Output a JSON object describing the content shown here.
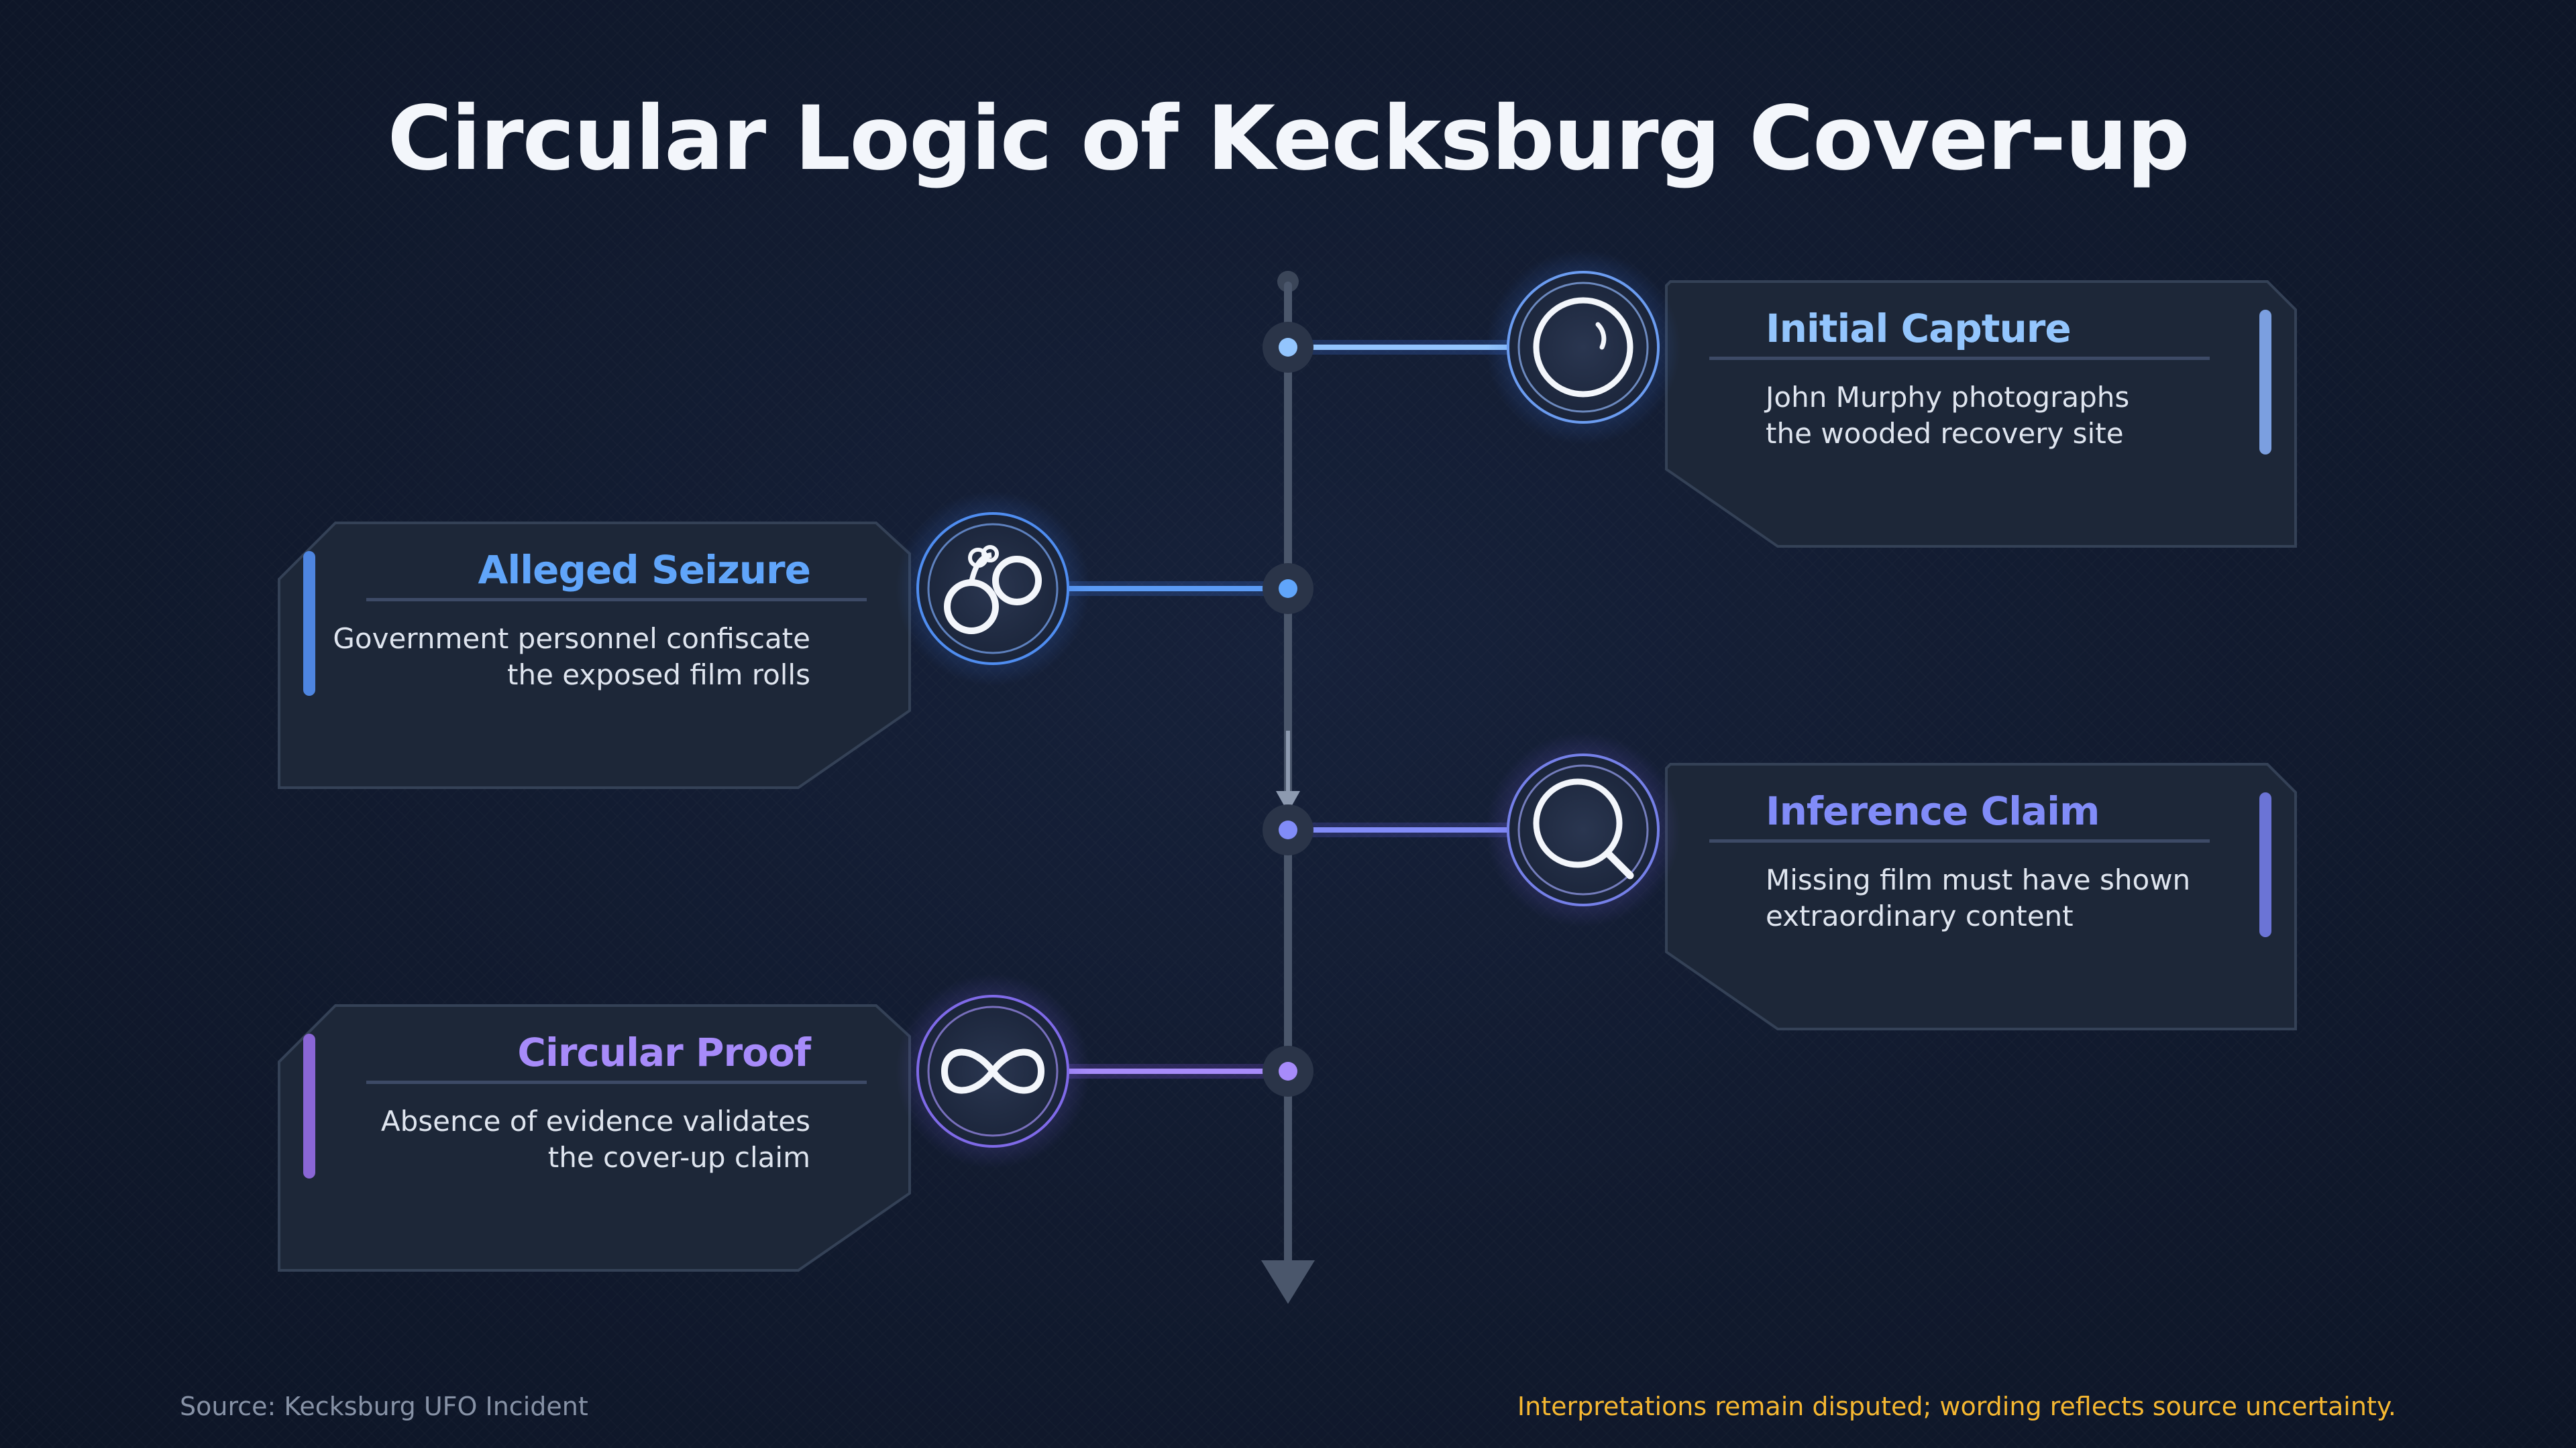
{
  "title": "Circular Logic of Kecksburg Cover-up",
  "steps": [
    {
      "title": "Initial Capture",
      "description": "John Murphy photographs\nthe wooded recovery site",
      "icon": "camera-lens-icon",
      "color": "#93c5fd"
    },
    {
      "title": "Alleged Seizure",
      "description": "Government personnel confiscate\nthe exposed film rolls",
      "icon": "handcuffs-icon",
      "color": "#60a5fa"
    },
    {
      "title": "Inference Claim",
      "description": "Missing film must have shown\nextraordinary content",
      "icon": "magnifier-icon",
      "color": "#818cf8"
    },
    {
      "title": "Circular Proof",
      "description": "Absence of evidence validates\nthe cover-up claim",
      "icon": "infinity-icon",
      "color": "#a78bfa"
    }
  ],
  "footer": {
    "source": "Source: Kecksburg UFO Incident",
    "note": "Interpretations remain disputed; wording reflects source uncertainty."
  }
}
